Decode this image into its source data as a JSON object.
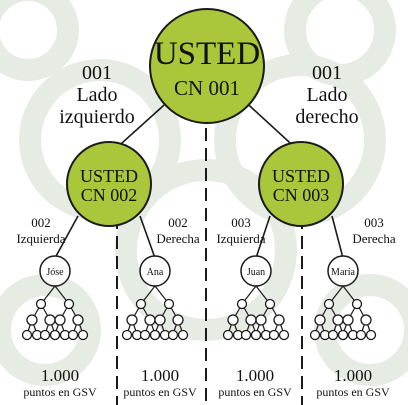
{
  "colors": {
    "background": "#ffffff",
    "watermark": "#e6ebe4",
    "node_green": "#aac73b",
    "node_stroke": "#1a1a1a",
    "text": "#111111",
    "small_node_fill": "#ffffff"
  },
  "top_node": {
    "line1": "USTED",
    "line2": "CN 001"
  },
  "side_labels": {
    "left": {
      "line1": "001",
      "line2": "Lado",
      "line3": "izquierdo"
    },
    "right": {
      "line1": "001",
      "line2": "Lado",
      "line3": "derecho"
    }
  },
  "mid_nodes": {
    "left": {
      "line1": "USTED",
      "line2": "CN 002"
    },
    "right": {
      "line1": "USTED",
      "line2": "CN 003"
    }
  },
  "branch_labels": {
    "left_left": {
      "line1": "002",
      "line2": "Izquierda"
    },
    "left_right": {
      "line1": "002",
      "line2": "Derecha"
    },
    "right_left": {
      "line1": "003",
      "line2": "Izquierda"
    },
    "right_right": {
      "line1": "003",
      "line2": "Derecha"
    }
  },
  "people": [
    "Jóse",
    "Ana",
    "Juan",
    "María"
  ],
  "points": [
    {
      "value": "1.000",
      "caption": "puntos en GSV"
    },
    {
      "value": "1.000",
      "caption": "puntos en GSV"
    },
    {
      "value": "1.000",
      "caption": "puntos en GSV"
    },
    {
      "value": "1.000",
      "caption": "puntos en GSV"
    }
  ]
}
